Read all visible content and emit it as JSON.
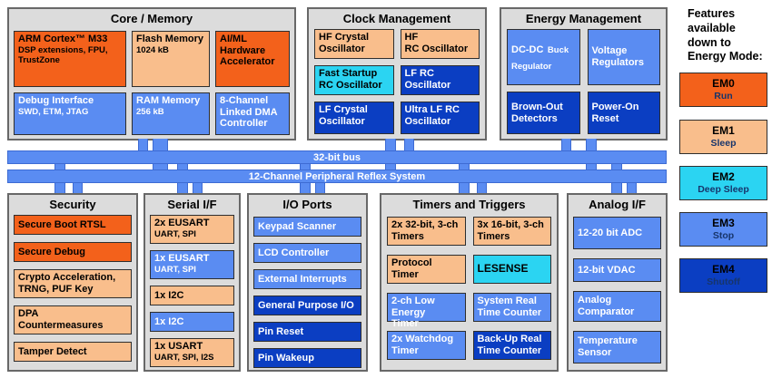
{
  "palette": {
    "orange_em0": "#F3611B",
    "peach_em1": "#F9BE8C",
    "cyan_em2": "#2BD4F2",
    "blue_em3": "#5A8CF2",
    "dark_blue_em4": "#0B3EC2",
    "section_gray": "#DCDCDC"
  },
  "buses": [
    {
      "label": "32-bit bus"
    },
    {
      "label": "12-Channel Peripheral Reflex System"
    }
  ],
  "core": {
    "title": "Core / Memory",
    "blocks": [
      {
        "title": "ARM Cortex™ M33",
        "subtitle": "DSP extensions, FPU, TrustZone"
      },
      {
        "title": "Flash Memory",
        "subtitle": "1024 kB"
      },
      {
        "title": "AI/ML Hardware Accelerator"
      },
      {
        "title": "Debug Interface",
        "subtitle": "SWD, ETM, JTAG"
      },
      {
        "title": "RAM Memory",
        "subtitle": "256 kB"
      },
      {
        "title": "8-Channel Linked DMA Controller"
      }
    ]
  },
  "clock": {
    "title": "Clock Management",
    "blocks": [
      {
        "title": "HF Crystal Oscillator"
      },
      {
        "title": "HF",
        "title2": "RC Oscillator"
      },
      {
        "title": "Fast Startup RC Oscillator"
      },
      {
        "title": "LF RC Oscillator"
      },
      {
        "title": "LF Crystal Oscillator"
      },
      {
        "title": "Ultra LF RC Oscillator"
      }
    ]
  },
  "energy": {
    "title": "Energy Management",
    "blocks": [
      {
        "title": "DC-DC",
        "subtitle": "Buck Regulator"
      },
      {
        "title": "Voltage Regulators"
      },
      {
        "title": "Brown-Out Detectors"
      },
      {
        "title": "Power-On Reset"
      }
    ]
  },
  "security": {
    "title": "Security",
    "blocks": [
      {
        "title": "Secure Boot RTSL"
      },
      {
        "title": "Secure Debug"
      },
      {
        "title": "Crypto Acceleration, TRNG, PUF Key"
      },
      {
        "title": "DPA Countermeasures"
      },
      {
        "title": "Tamper Detect"
      }
    ]
  },
  "serial": {
    "title": "Serial I/F",
    "blocks": [
      {
        "title": "2x EUSART",
        "subtitle": "UART, SPI"
      },
      {
        "title": "1x EUSART",
        "subtitle": "UART, SPI"
      },
      {
        "title": "1x I2C"
      },
      {
        "title": "1x I2C"
      },
      {
        "title": "1x USART",
        "subtitle": "UART, SPI, I2S"
      }
    ]
  },
  "io": {
    "title": "I/O Ports",
    "blocks": [
      {
        "title": "Keypad Scanner"
      },
      {
        "title": "LCD Controller"
      },
      {
        "title": "External Interrupts"
      },
      {
        "title": "General Purpose I/O"
      },
      {
        "title": "Pin Reset"
      },
      {
        "title": "Pin Wakeup"
      }
    ]
  },
  "timers": {
    "title": "Timers and Triggers",
    "blocks": [
      {
        "title": "2x 32-bit, 3-ch Timers"
      },
      {
        "title": "3x 16-bit, 3-ch Timers"
      },
      {
        "title": "Protocol Timer"
      },
      {
        "title": "LESENSE"
      },
      {
        "title": "2-ch Low Energy Timer"
      },
      {
        "title": "System Real Time Counter"
      },
      {
        "title": "2x Watchdog Timer"
      },
      {
        "title": "Back-Up Real Time Counter"
      }
    ]
  },
  "analog": {
    "title": "Analog I/F",
    "blocks": [
      {
        "title": "12-20 bit ADC"
      },
      {
        "title": "12-bit VDAC"
      },
      {
        "title": "Analog Comparator"
      },
      {
        "title": "Temperature Sensor"
      }
    ]
  },
  "legend": {
    "heading": [
      "Features",
      "available",
      "down to",
      "Energy Mode:"
    ],
    "items": [
      {
        "id": "EM0",
        "mode": "Run"
      },
      {
        "id": "EM1",
        "mode": "Sleep"
      },
      {
        "id": "EM2",
        "mode": "Deep Sleep"
      },
      {
        "id": "EM3",
        "mode": "Stop"
      },
      {
        "id": "EM4",
        "mode": "Shutoff"
      }
    ]
  }
}
